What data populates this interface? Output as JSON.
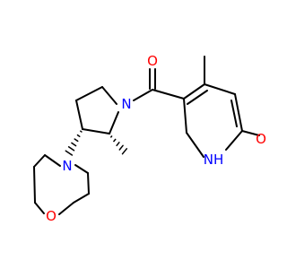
{
  "molecule": {
    "atoms": {
      "carbonyl_oxygen": {
        "symbol": "O",
        "color": "#ff0000"
      },
      "pyrrolidine_nitrogen": {
        "symbol": "N",
        "color": "#0000ff"
      },
      "morpholine_nitrogen": {
        "symbol": "N",
        "color": "#0000ff"
      },
      "morpholine_oxygen": {
        "symbol": "O",
        "color": "#ff0000"
      },
      "pyridone_nh": {
        "symbol": "NH",
        "color": "#0000ff"
      },
      "pyridone_oxygen": {
        "symbol": "O",
        "color": "#ff0000"
      }
    },
    "bond_color": "#000000"
  }
}
